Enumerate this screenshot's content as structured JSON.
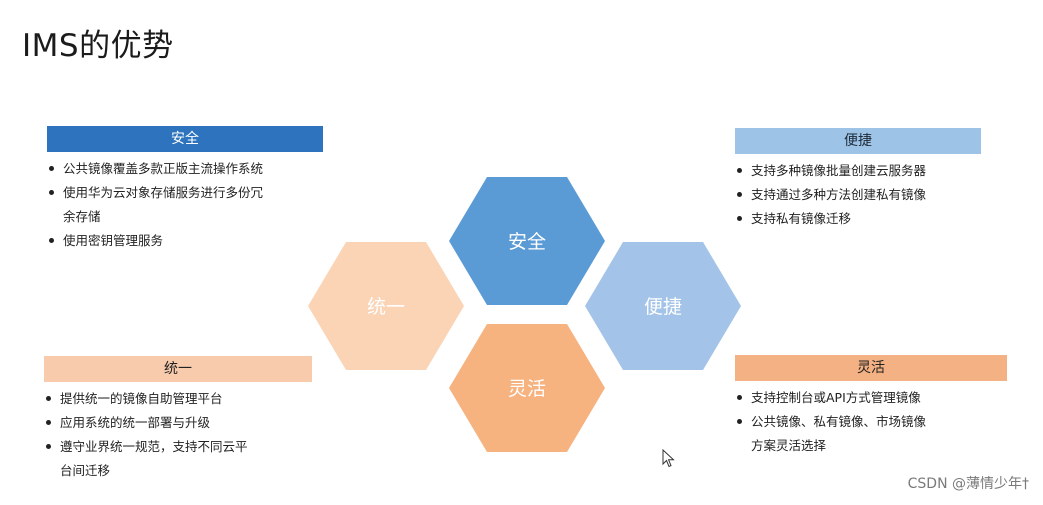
{
  "title": "IMS的优势",
  "hexagons": {
    "security": {
      "label": "安全",
      "color": "#5b9bd5"
    },
    "unified": {
      "label": "统一",
      "color": "#fbd3b5"
    },
    "convenience": {
      "label": "便捷",
      "color": "#a3c4e8"
    },
    "flexible": {
      "label": "灵活",
      "color": "#f6b27f"
    }
  },
  "panels": {
    "security": {
      "header": "安全",
      "items": [
        "公共镜像覆盖多款正版主流操作系统",
        "使用华为云对象存储服务进行多份冗",
        "余存储",
        "使用密钥管理服务"
      ]
    },
    "convenience": {
      "header": "便捷",
      "items": [
        "支持多种镜像批量创建云服务器",
        "支持通过多种方法创建私有镜像",
        "支持私有镜像迁移"
      ]
    },
    "unified": {
      "header": "统一",
      "items": [
        "提供统一的镜像自助管理平台",
        "应用系统的统一部署与升级",
        "遵守业界统一规范，支持不同云平",
        "台间迁移"
      ]
    },
    "flexible": {
      "header": "灵活",
      "items": [
        "支持控制台或API方式管理镜像",
        "公共镜像、私有镜像、市场镜像",
        "方案灵活选择"
      ]
    }
  },
  "watermark": "CSDN @薄情少年†",
  "cursor_icon": "mouse-pointer-icon"
}
